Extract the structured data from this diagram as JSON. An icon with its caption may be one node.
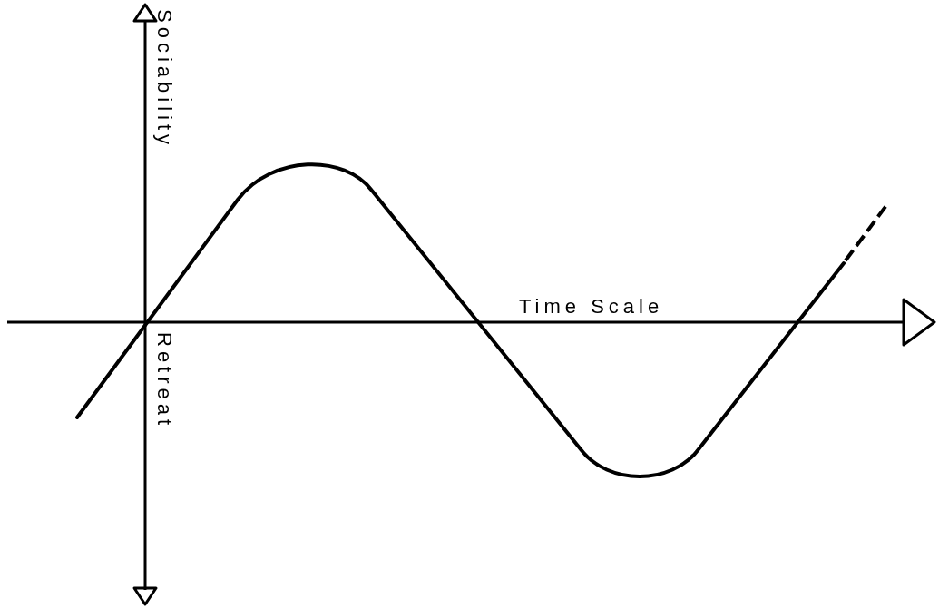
{
  "diagram": {
    "labels": [
      "Sociability",
      "Time Scale",
      "Retreat"
    ]
  }
}
